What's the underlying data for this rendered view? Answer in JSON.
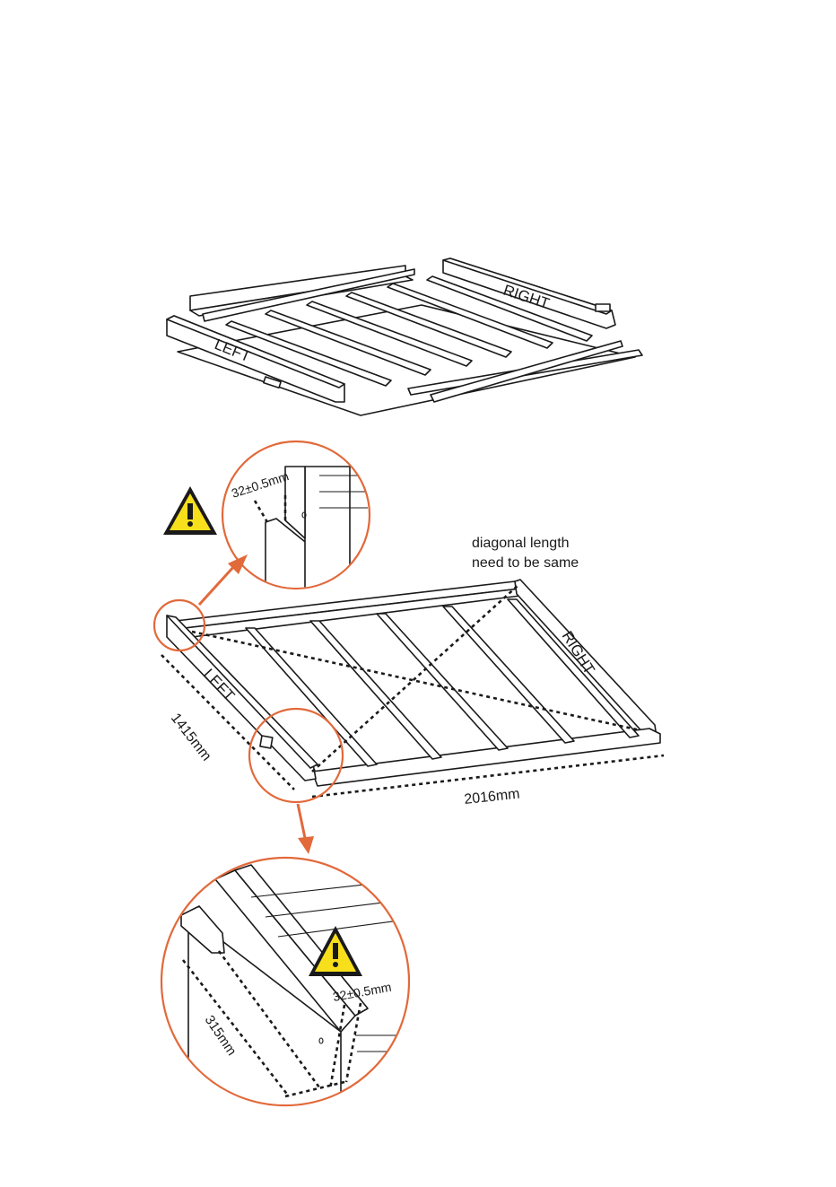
{
  "exploded_view": {
    "left_label": "LEFT",
    "right_label": "RIGHT"
  },
  "assembled_view": {
    "left_label": "LEFT",
    "right_label": "RIGHT",
    "width_dimension": "1415mm",
    "length_dimension": "2016mm",
    "diagonal_note_line1": "diagonal length",
    "diagonal_note_line2": "need to be same"
  },
  "detail_top": {
    "dimension": "32±0.5mm"
  },
  "detail_bottom": {
    "dimension_gap": "32±0.5mm",
    "dimension_length": "315mm"
  },
  "colors": {
    "callout": "#e2693a",
    "warning_fill": "#f7e01b",
    "line": "#1a1a1a"
  },
  "icons": [
    "warning-triangle-icon",
    "warning-triangle-icon"
  ]
}
